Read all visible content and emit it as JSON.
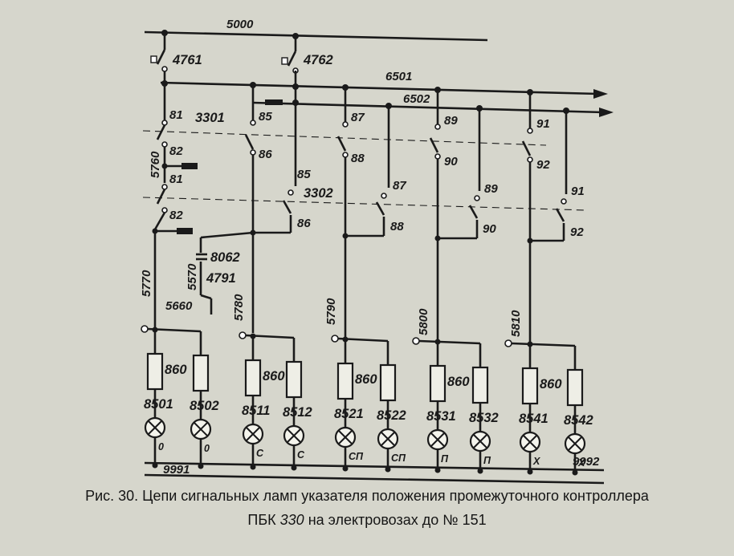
{
  "caption": {
    "line1": "Рис. 30. Цепи сигнальных ламп указателя положения промежуточного контроллера",
    "line2_a": "ПБК",
    "line2_b": "330",
    "line2_c": "на электровозах до № 151"
  },
  "buses": {
    "top": "5000",
    "b1": "6501",
    "b2": "6502",
    "bottom": "9991",
    "bottom_right": "9992"
  },
  "switches": {
    "s1": "4761",
    "s2": "4762"
  },
  "contactors": {
    "c1": "3301",
    "c2": "3302"
  },
  "misc": {
    "w5760": "5760",
    "w5570": "5570",
    "w8062": "8062",
    "w4791": "4791",
    "w5660": "5660"
  },
  "contacts": {
    "k81a": "81",
    "k82a": "82",
    "k81b": "81",
    "k82b": "82",
    "k85a": "85",
    "k86a": "86",
    "k85b": "85",
    "k86b": "86",
    "k87a": "87",
    "k88a": "88",
    "k87b": "87",
    "k88b": "88",
    "k89a": "89",
    "k90a": "90",
    "k89b": "89",
    "k90b": "90",
    "k91a": "91",
    "k92a": "92",
    "k91b": "91",
    "k92b": "92"
  },
  "circuits": [
    {
      "wire": "5770",
      "resistor": "860",
      "lamps": [
        "8501",
        "8502"
      ],
      "codes": [
        "0",
        "0"
      ]
    },
    {
      "wire": "5780",
      "resistor": "860",
      "lamps": [
        "8511",
        "8512"
      ],
      "codes": [
        "С",
        "С"
      ]
    },
    {
      "wire": "5790",
      "resistor": "860",
      "lamps": [
        "8521",
        "8522"
      ],
      "codes": [
        "СП",
        "СП"
      ]
    },
    {
      "wire": "5800",
      "resistor": "860",
      "lamps": [
        "8531",
        "8532"
      ],
      "codes": [
        "П",
        "П"
      ]
    },
    {
      "wire": "5810",
      "resistor": "860",
      "lamps": [
        "8541",
        "8542"
      ],
      "codes": [
        "Х",
        "Х"
      ]
    }
  ]
}
